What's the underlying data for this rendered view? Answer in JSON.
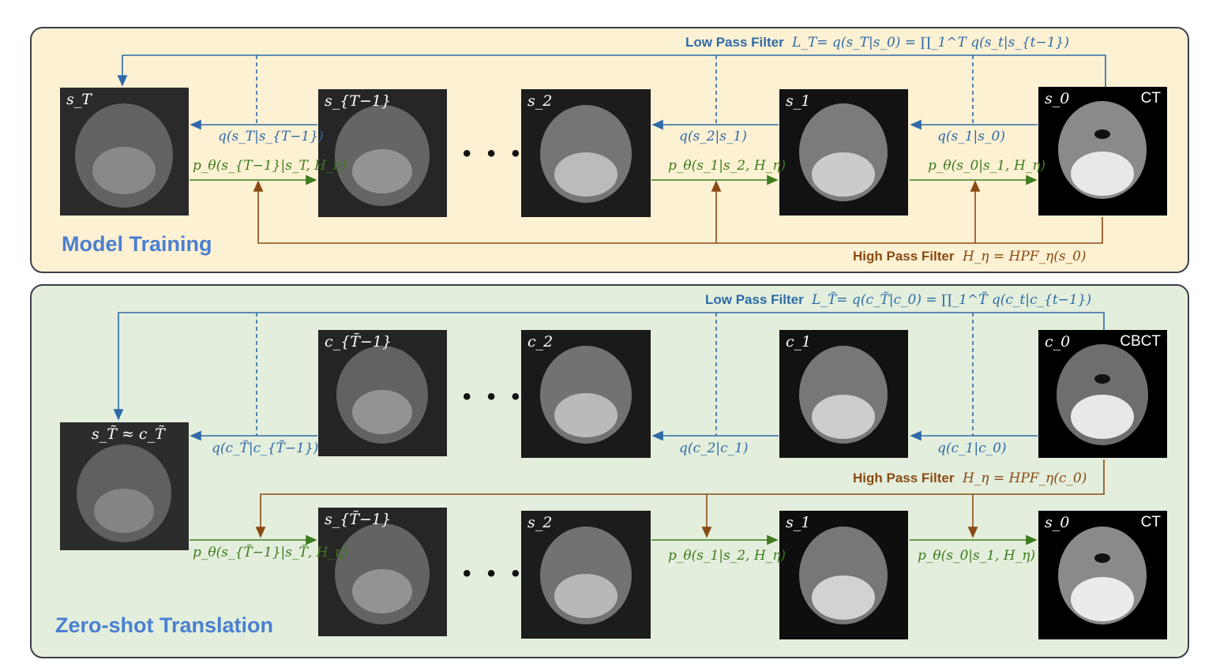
{
  "training": {
    "title": "Model Training",
    "lpf_bold": "Low Pass Filter",
    "lpf_formula": "L_T= q(s_T|s_0) = ∏_1^T q(s_t|s_{t−1})",
    "hpf_bold": "High Pass Filter",
    "hpf_formula": "H_η = HPF_η(s_0)",
    "images": [
      {
        "label": "s_T",
        "tag": ""
      },
      {
        "label": "s_{T−1}",
        "tag": ""
      },
      {
        "label": "s_2",
        "tag": ""
      },
      {
        "label": "s_1",
        "tag": ""
      },
      {
        "label": "s_0",
        "tag": "CT"
      }
    ],
    "forward": [
      "q(s_T|s_{T−1})",
      "q(s_2|s_1)",
      "q(s_1|s_0)"
    ],
    "reverse": [
      "p_θ(s_{T−1}|s_T, H_η)",
      "p_θ(s_1|s_2, H_η)",
      "p_θ(s_0|s_1, H_η)"
    ],
    "ellipsis": "• • •"
  },
  "zeroshot": {
    "title": "Zero-shot Translation",
    "lpf_bold": "Low Pass Filter",
    "lpf_formula": "L_T̃= q(c_T̃|c_0) = ∏_1^T̃ q(c_t|c_{t−1})",
    "hpf_bold": "High Pass Filter",
    "hpf_formula": "H_η = HPF_η(c_0)",
    "top_images": [
      {
        "label": "c_{T̃−1}",
        "tag": ""
      },
      {
        "label": "c_2",
        "tag": ""
      },
      {
        "label": "c_1",
        "tag": ""
      },
      {
        "label": "c_0",
        "tag": "CBCT"
      }
    ],
    "left_image": {
      "label": "s_T̃ ≈ c_T̃"
    },
    "bottom_images": [
      {
        "label": "s_{T̃−1}",
        "tag": ""
      },
      {
        "label": "s_2",
        "tag": ""
      },
      {
        "label": "s_1",
        "tag": ""
      },
      {
        "label": "s_0",
        "tag": "CT"
      }
    ],
    "forward": [
      "q(c_T̃|c_{T̃−1})",
      "q(c_2|c_1)",
      "q(c_1|c_0)"
    ],
    "reverse": [
      "p_θ(s_{T̃−1}|s_T̃, H_η)",
      "p_θ(s_1|s_2, H_η)",
      "p_θ(s_0|s_1, H_η)"
    ],
    "ellipsis": "• • •"
  },
  "colors": {
    "forward": "#2e6aa8",
    "reverse": "#3e7a1e",
    "hpf": "#8a4a14"
  }
}
